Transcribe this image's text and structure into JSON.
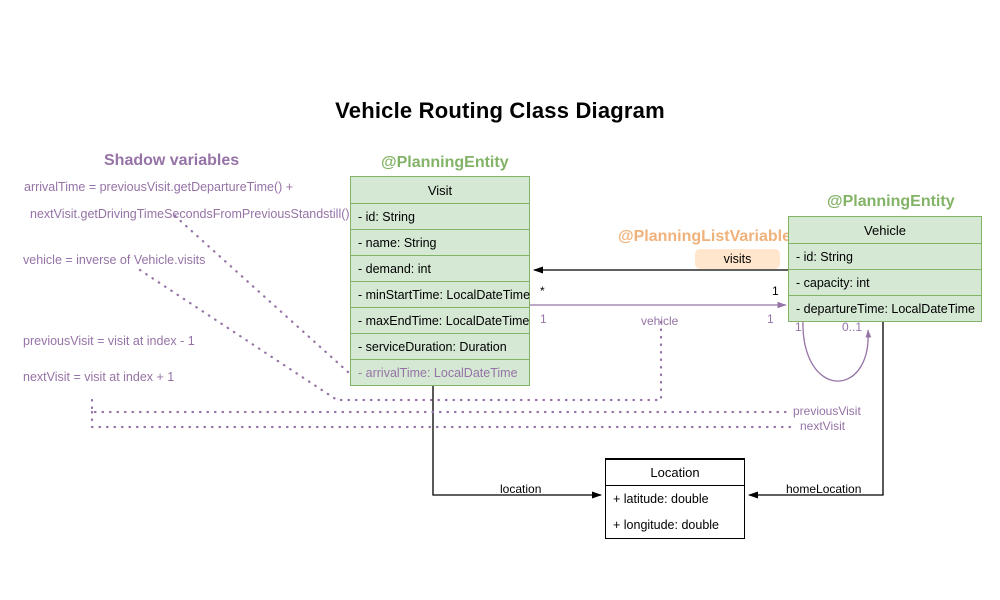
{
  "diagram": {
    "title": "Vehicle Routing Class Diagram",
    "type": "uml-class-diagram"
  },
  "headings": {
    "shadow_variables": "Shadow variables",
    "planning_entity_visit": "@PlanningEntity",
    "planning_entity_vehicle": "@PlanningEntity",
    "planning_list_variable": "@PlanningListVariable"
  },
  "shadow_notes": [
    "arrivalTime = previousVisit.getDepartureTime() +",
    "nextVisit.getDrivingTimeSecondsFromPreviousStandstill()",
    "vehicle = inverse of Vehicle.visits",
    "previousVisit = visit at index - 1",
    "nextVisit = visit at index + 1"
  ],
  "classes": {
    "visit": {
      "name": "Visit",
      "attributes": [
        "- id: String",
        "- name: String",
        "- demand: int",
        "- minStartTime: LocalDateTime",
        "- maxEndTime: LocalDateTime",
        "- serviceDuration: Duration",
        "- arrivalTime: LocalDateTime"
      ]
    },
    "vehicle": {
      "name": "Vehicle",
      "attributes": [
        "- id: String",
        "- capacity: int",
        "- departureTime: LocalDateTime"
      ]
    },
    "location": {
      "name": "Location",
      "attributes": [
        "+ latitude: double",
        "+ longitude: double"
      ]
    }
  },
  "associations": {
    "visits_badge": "visits",
    "visits_mult_source": "*",
    "visits_mult_target": "1",
    "vehicle_label": "vehicle",
    "vehicle_mult_source": "1",
    "vehicle_mult_target": "1",
    "loop_mult_source": "1",
    "loop_mult_target": "0..1",
    "previous_visit": "previousVisit",
    "next_visit": "nextVisit",
    "location_label": "location",
    "home_location_label": "homeLocation"
  },
  "colors": {
    "entity_fill": "#d5e8d4",
    "entity_stroke": "#82b366",
    "shadow_purple": "#9673a6",
    "listvar_orange": "#f0b27a",
    "badge_fill": "#ffe6cc",
    "plain_stroke": "#000000"
  }
}
